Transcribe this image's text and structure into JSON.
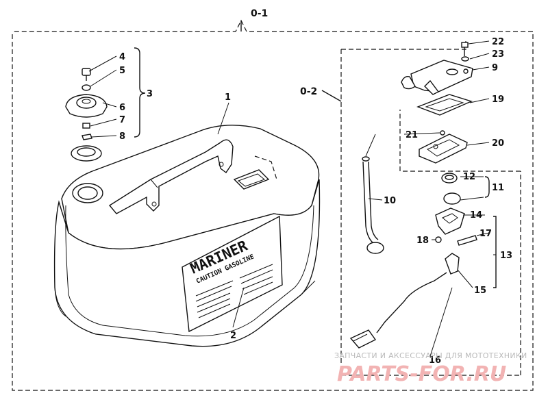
{
  "diagram": {
    "assembly_label": "0-1",
    "subassembly_label": "0-2",
    "callouts": {
      "c1": "1",
      "c2": "2",
      "c3": "3",
      "c4": "4",
      "c5": "5",
      "c6": "6",
      "c7": "7",
      "c8": "8",
      "c9": "9",
      "c10": "10",
      "c11": "11",
      "c12": "12",
      "c13": "13",
      "c14": "14",
      "c15": "15",
      "c16": "16",
      "c17": "17",
      "c18": "18",
      "c19": "19",
      "c20": "20",
      "c21": "21",
      "c22": "22",
      "c23": "23"
    },
    "tank_label": {
      "brand": "MARINER",
      "caution": "CAUTION GASOLINE"
    }
  },
  "watermark": {
    "text": "ЗАПЧАСТИ И АКСЕССУАРЫ ДЛЯ МОТОТЕХНИКИ",
    "logo": "PARTS-FOR.RU"
  }
}
